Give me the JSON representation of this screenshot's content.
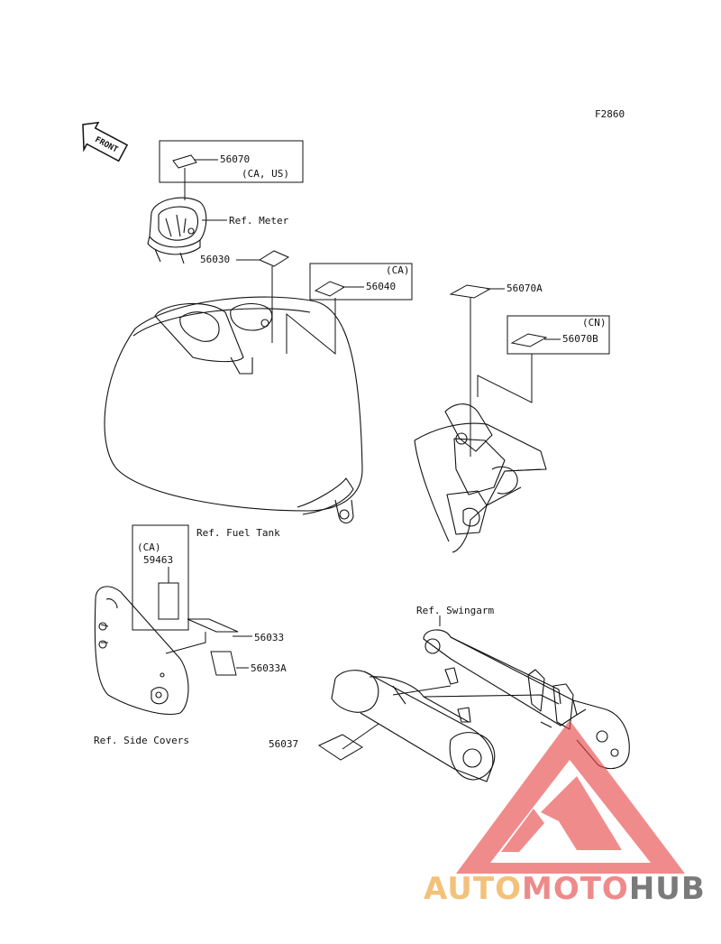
{
  "figure_code": "F2860",
  "front_arrow_label": "FRONT",
  "callouts": {
    "p56070": "56070",
    "p56070_note": "(CA, US)",
    "ref_meter": "Ref. Meter",
    "p56030": "56030",
    "p56040_note": "(CA)",
    "p56040": "56040",
    "p56070A": "56070A",
    "p56070B_note": "(CN)",
    "p56070B": "56070B",
    "ref_fuel_tank": "Ref. Fuel Tank",
    "p59463_note": "(CA)",
    "p59463": "59463",
    "p56033": "56033",
    "p56033A": "56033A",
    "ref_swingarm": "Ref. Swingarm",
    "ref_side_covers": "Ref. Side Covers",
    "p56037": "56037"
  },
  "watermark": {
    "part1": "AUTO",
    "part2": "MOTO",
    "part3": "HUB",
    "colors": {
      "auto": "#f2c27a",
      "moto": "#ef8a8a",
      "hub": "#7a7a7a",
      "logo": "#e84a4a"
    }
  }
}
